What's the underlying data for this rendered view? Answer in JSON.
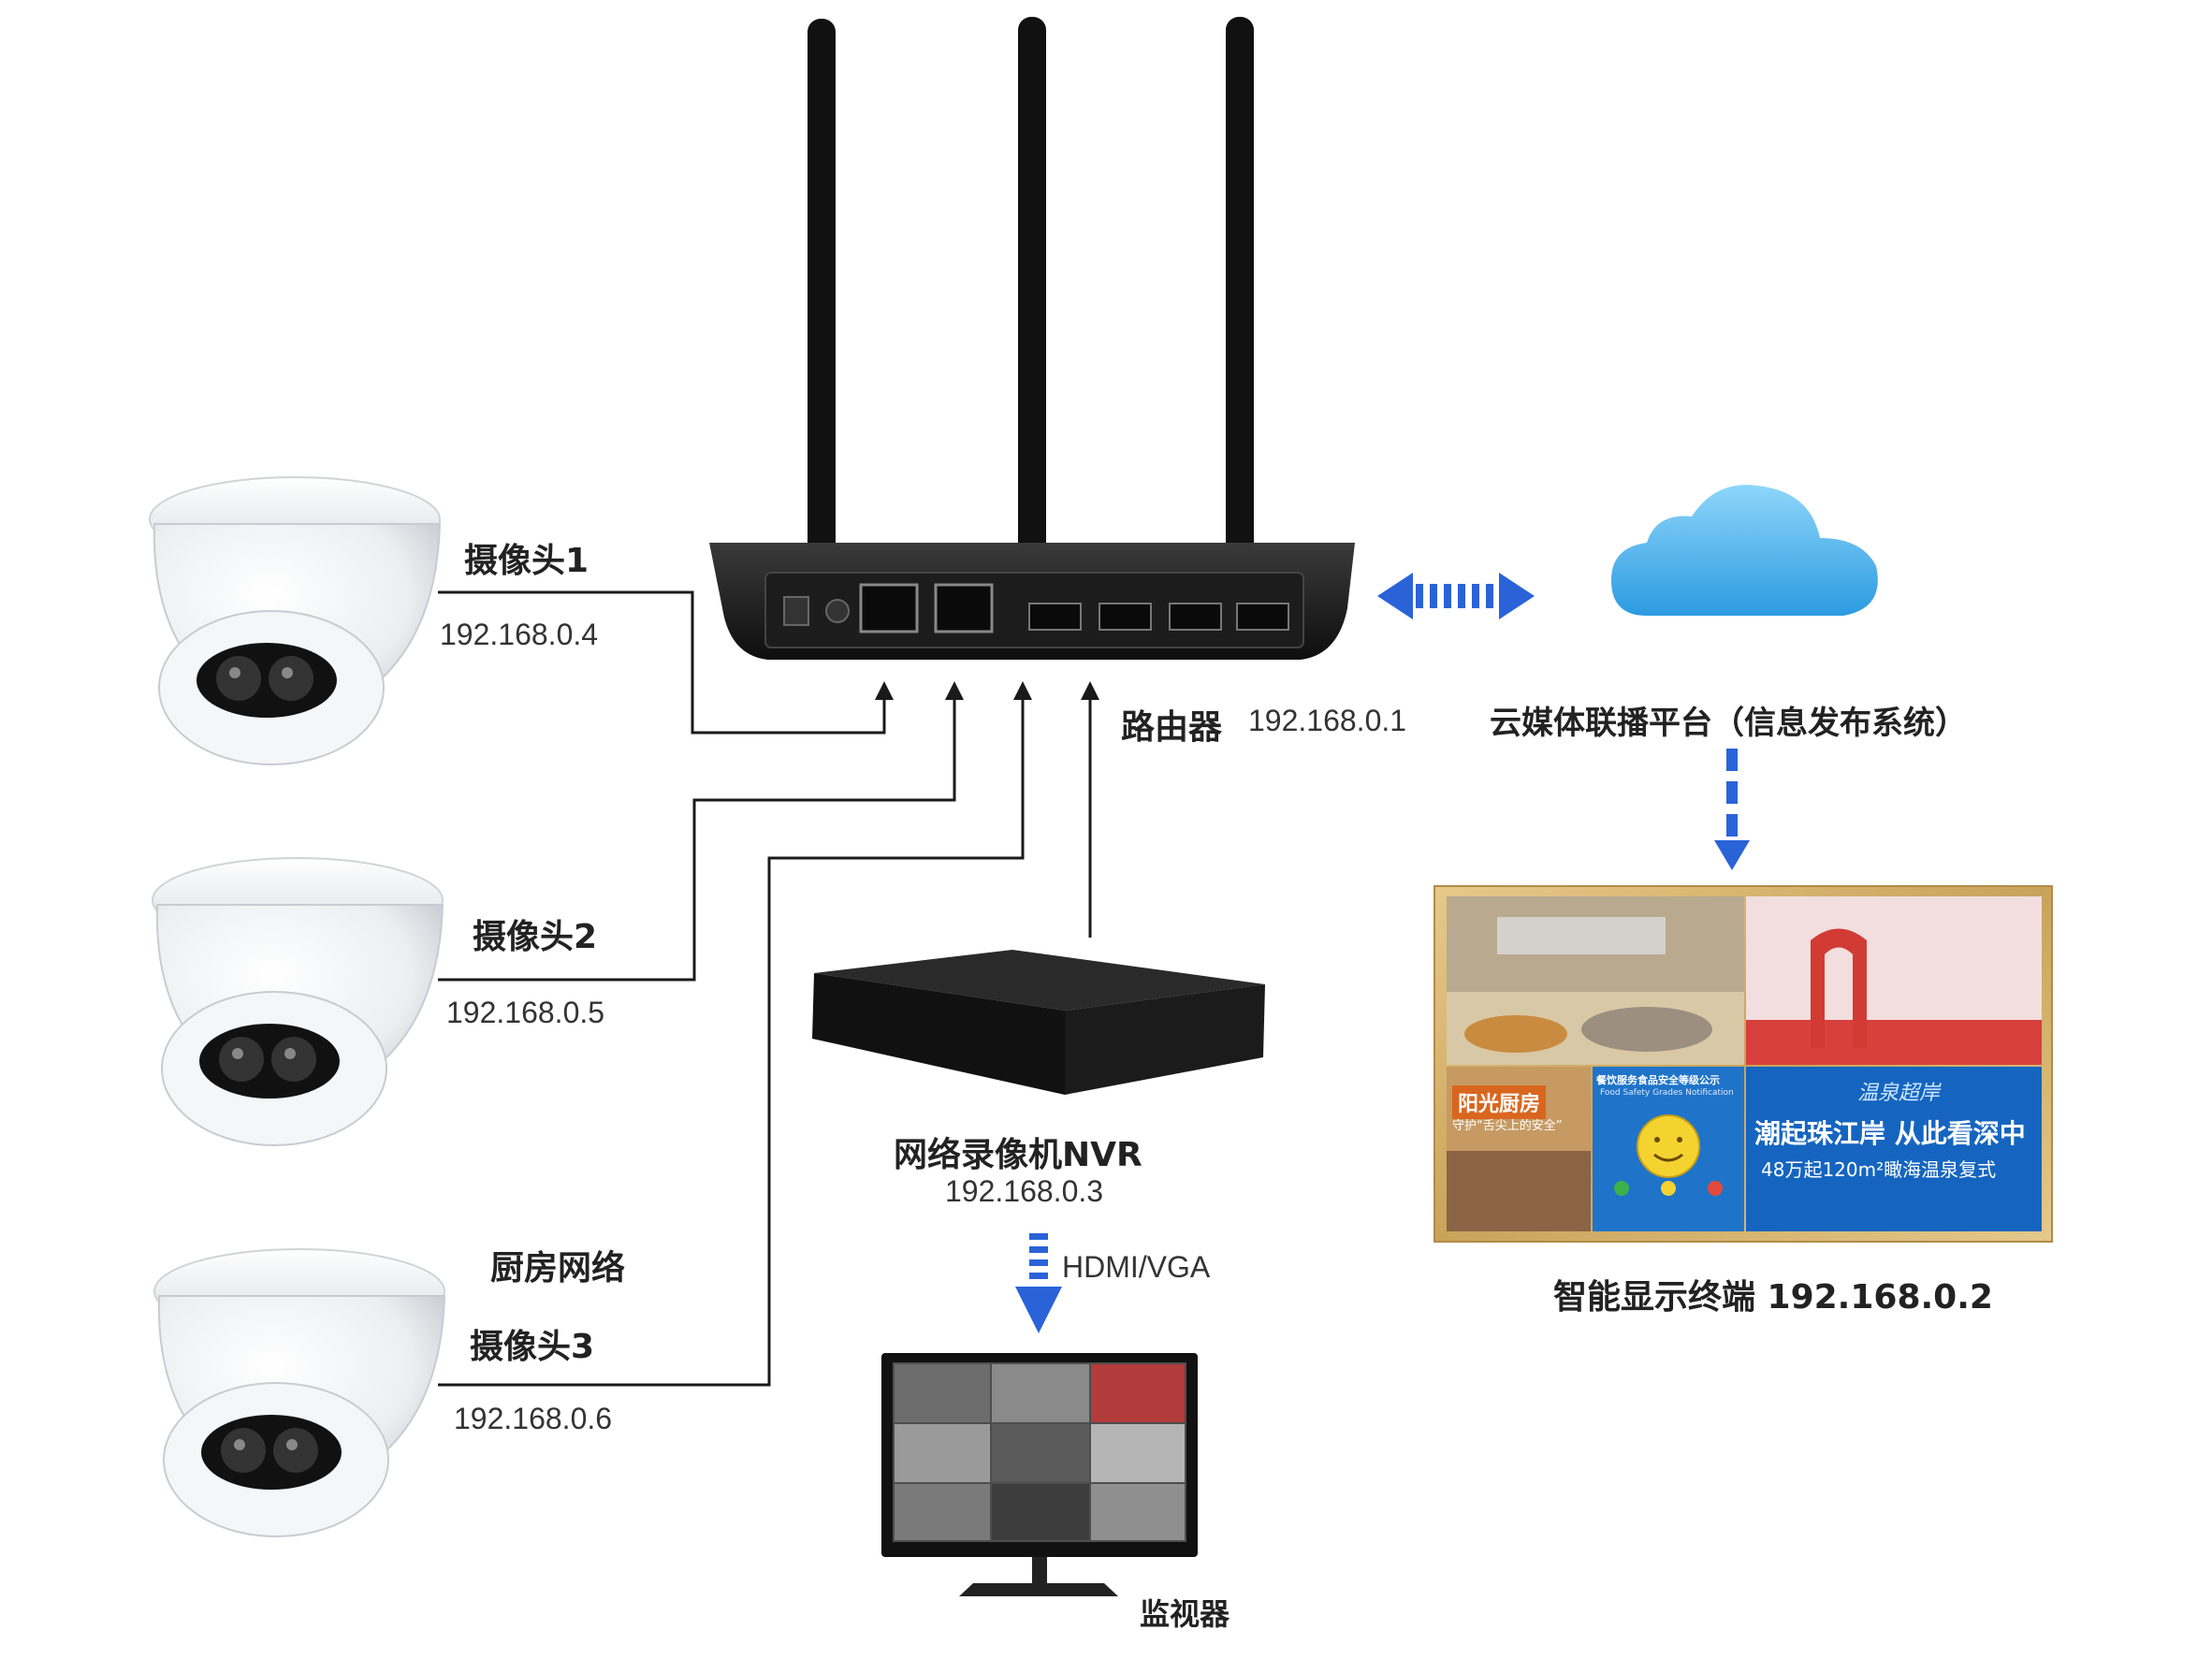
{
  "cameras": [
    {
      "name": "摄像头1",
      "ip": "192.168.0.4"
    },
    {
      "name": "摄像头2",
      "ip": "192.168.0.5"
    },
    {
      "name": "厨房网络",
      "name2": "摄像头3",
      "ip": "192.168.0.6"
    }
  ],
  "router": {
    "name": "路由器",
    "ip": "192.168.0.1"
  },
  "cloud": {
    "name": "云媒体联播平台（信息发布系统）"
  },
  "nvr": {
    "name": "网络录像机NVR",
    "ip": "192.168.0.3"
  },
  "link": {
    "hdmi": "HDMI/VGA"
  },
  "monitor": {
    "name": "监视器"
  },
  "display": {
    "name": "智能显示终端 192.168.0.2",
    "panel_lower_left_title": "阳光厨房",
    "panel_lower_left_sub": "守护“舌尖上的安全”",
    "panel_notice_title": "餐饮服务食品安全等级公示",
    "panel_notice_sub": "Food Safety Grades Notification",
    "panel_ad_brand": "温泉超岸",
    "panel_ad_line1": "潮起珠江岸 从此看深中",
    "panel_ad_line2": "48万起120m²瞰海温泉复式"
  },
  "colors": {
    "arrow_blue": "#2a63d8",
    "line": "#1a1a1a",
    "cloud": "#38a8e8"
  }
}
